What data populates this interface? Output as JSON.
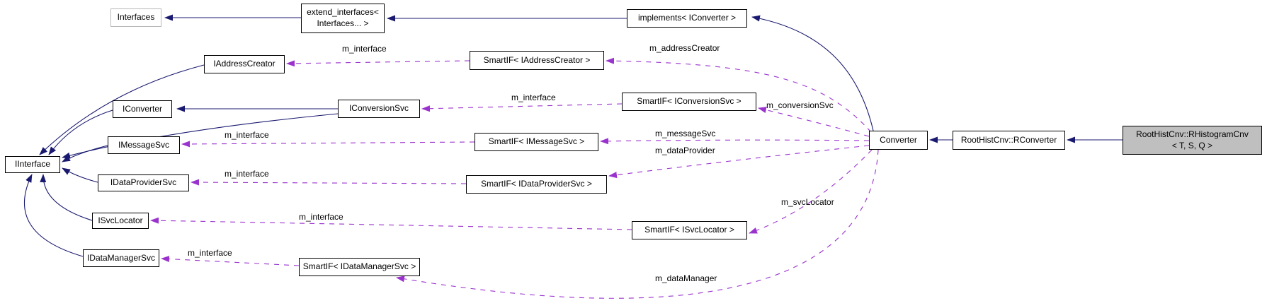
{
  "colors": {
    "edge-inheritance": "#191970",
    "edge-usage": "#9a32cd",
    "node-border": "#000000",
    "node-fill": "#ffffff",
    "external-node-border": "#b8b8b8",
    "highlight-node-fill": "#bfbfbf",
    "text": "#000000",
    "background": "#ffffff"
  },
  "nodes": {
    "interfaces": "Interfaces",
    "extend_interfaces": "extend_interfaces<\nInterfaces... >",
    "implements_iconverter": "implements< IConverter >",
    "iaddresscreator": "IAddressCreator",
    "smartif_iaddresscreator": "SmartIF< IAddressCreator >",
    "iconverter": "IConverter",
    "iconversionsvc": "IConversionSvc",
    "smartif_iconversionsvc": "SmartIF< IConversionSvc >",
    "imessagesvc": "IMessageSvc",
    "smartif_imessagesvc": "SmartIF< IMessageSvc >",
    "iinterface": "IInterface",
    "idataprovidersvc": "IDataProviderSvc",
    "smartif_idataprovidersvc": "SmartIF< IDataProviderSvc >",
    "isvclocator": "ISvcLocator",
    "smartif_isvclocator": "SmartIF< ISvcLocator >",
    "idatamanagersvc": "IDataManagerSvc",
    "smartif_idatamanagersvc": "SmartIF< IDataManagerSvc >",
    "converter": "Converter",
    "rconverter": "RootHistCnv::RConverter",
    "rhistogramcnv": "RootHistCnv::RHistogramCnv\n< T, S, Q >"
  },
  "edge_labels": {
    "m_interface_addresscreator": "m_interface",
    "m_addresscreator": "m_addressCreator",
    "m_interface_conversionsvc": "m_interface",
    "m_conversionsvc": "m_conversionSvc",
    "m_interface_messagesvc": "m_interface",
    "m_messagesvc": "m_messageSvc",
    "m_dataprovider": "m_dataProvider",
    "m_interface_dataprovidersvc": "m_interface",
    "m_interface_svclocator": "m_interface",
    "m_svclocator": "m_svcLocator",
    "m_interface_datamanagersvc": "m_interface",
    "m_datamanager": "m_dataManager"
  }
}
